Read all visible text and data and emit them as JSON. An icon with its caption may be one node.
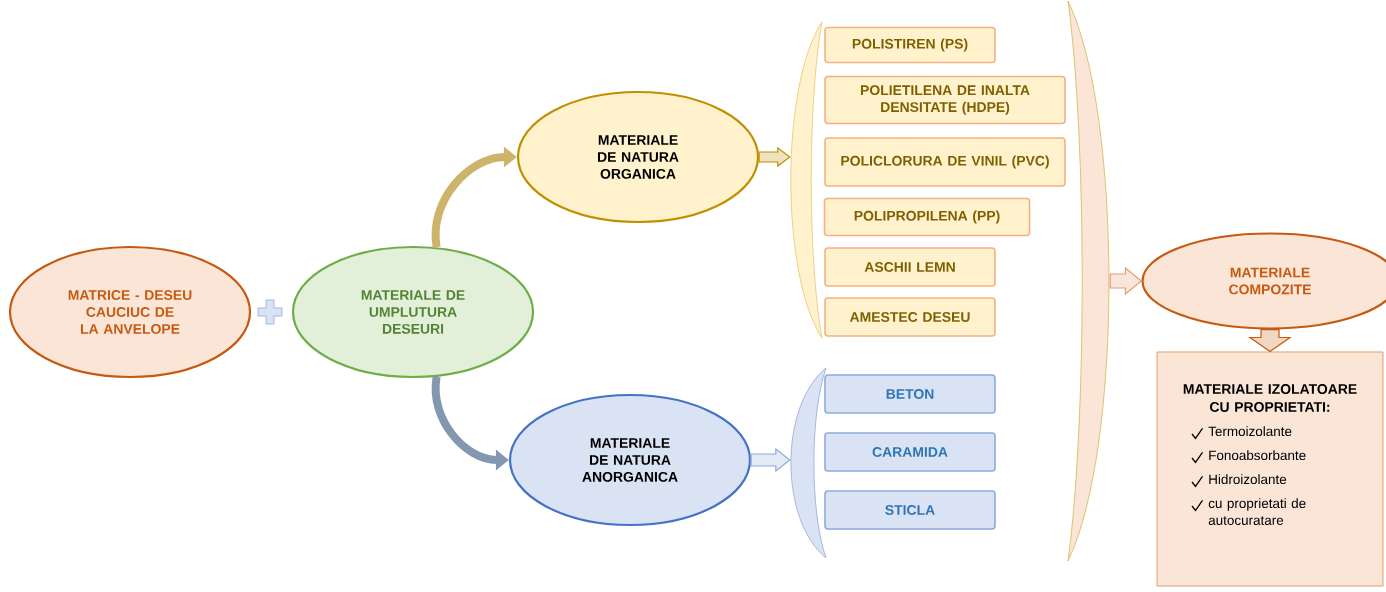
{
  "diagram": {
    "nodes": [
      {
        "text": [
          "MATRICE - DESEU CAUCIUC DE LA ANVELOPE"
        ]
      },
      {
        "text": [
          "MATERIALE DE UMPLUTURA DESEURI"
        ]
      },
      {
        "text": [
          "MATERIALE DE NATURA ORGANICA"
        ]
      },
      {
        "text": [
          "MATERIALE DE NATURA ANORGANICA"
        ]
      },
      {
        "text": [],
        "shape": "bracket"
      },
      {
        "text": [
          "POLISTIREN (PS)"
        ]
      },
      {
        "text": [
          "POLIETILENA DE INALTA DENSITATE (HDPE)"
        ]
      },
      {
        "text": [
          "POLICLORURA DE VINIL (PVC)"
        ]
      },
      {
        "text": [
          "POLIPROPILENA (PP)"
        ]
      },
      {
        "text": [
          "ASCHII LEMN"
        ]
      },
      {
        "text": [
          "AMESTEC DESEU"
        ]
      },
      {
        "text": [],
        "shape": "bracket"
      },
      {
        "text": [
          "BETON"
        ]
      },
      {
        "text": [
          "CARAMIDA"
        ]
      },
      {
        "text": [
          "STICLA"
        ]
      },
      {
        "text": [],
        "shape": "bracket"
      },
      {
        "text": [
          "MATERIALE COMPOZITE"
        ]
      },
      {
        "text": [
          "MATERIALE IZOLATOARE CU PROPRIETATI:",
          "Termoizolante",
          "Fonoabsorbante",
          "Hidroizolante",
          "cu proprietati de autocuratare"
        ]
      }
    ],
    "edges": [
      {
        "from": 1,
        "to": 2,
        "arrow": "to",
        "color": "#cdb46a"
      },
      {
        "from": 1,
        "to": 3,
        "arrow": "to",
        "color": "#8497b0"
      },
      {
        "from": 2,
        "to": 4,
        "arrow": "to",
        "color": "#bf9000"
      },
      {
        "from": 3,
        "to": 11,
        "arrow": "to",
        "color": "#8faadc"
      },
      {
        "from": 15,
        "to": 16,
        "arrow": "to",
        "color": "#e49d74"
      },
      {
        "from": 16,
        "to": 17,
        "arrow": "to",
        "color": "#c55a11"
      }
    ]
  }
}
